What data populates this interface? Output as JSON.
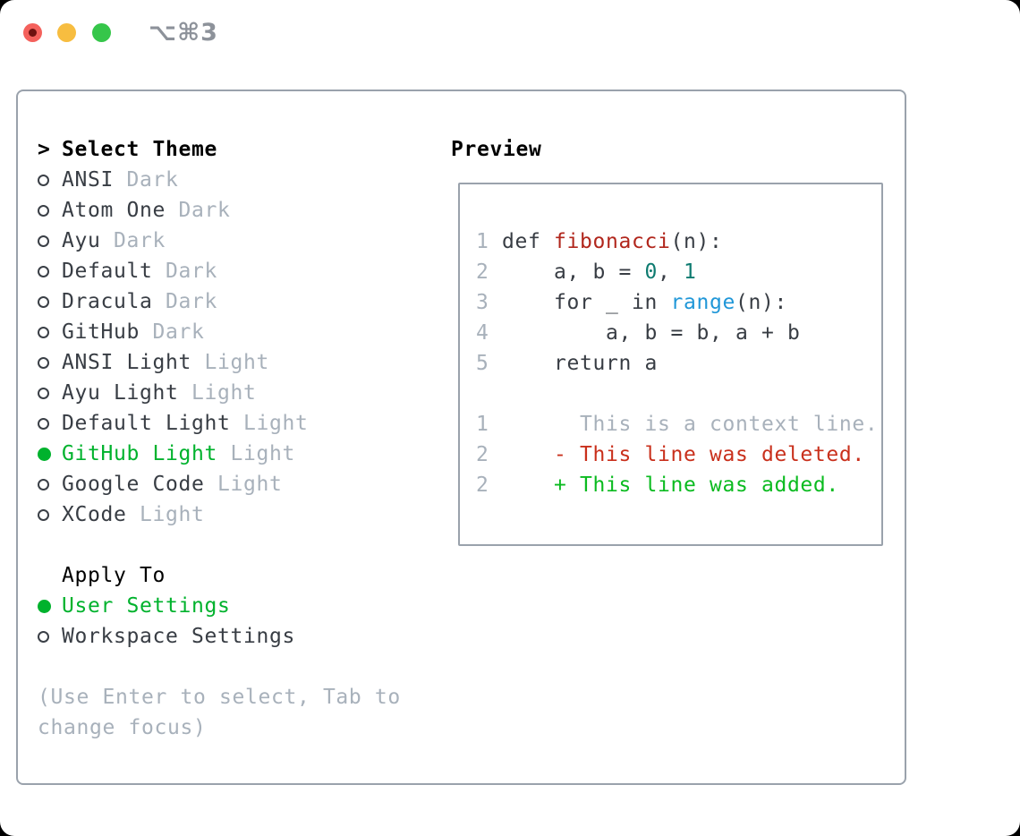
{
  "window": {
    "title": "⌥⌘3"
  },
  "theme_picker": {
    "prompt_marker": ">",
    "title": "Select Theme",
    "items": [
      {
        "name": "ANSI",
        "variant": "Dark",
        "selected": false
      },
      {
        "name": "Atom One",
        "variant": "Dark",
        "selected": false
      },
      {
        "name": "Ayu",
        "variant": "Dark",
        "selected": false
      },
      {
        "name": "Default",
        "variant": "Dark",
        "selected": false
      },
      {
        "name": "Dracula",
        "variant": "Dark",
        "selected": false
      },
      {
        "name": "GitHub",
        "variant": "Dark",
        "selected": false
      },
      {
        "name": "ANSI Light",
        "variant": "Light",
        "selected": false
      },
      {
        "name": "Ayu Light",
        "variant": "Light",
        "selected": false
      },
      {
        "name": "Default Light",
        "variant": "Light",
        "selected": false
      },
      {
        "name": "GitHub Light",
        "variant": "Light",
        "selected": true
      },
      {
        "name": "Google Code",
        "variant": "Light",
        "selected": false
      },
      {
        "name": "XCode",
        "variant": "Light",
        "selected": false
      }
    ]
  },
  "apply_to": {
    "title": "Apply To",
    "options": [
      {
        "name": "User Settings",
        "selected": true
      },
      {
        "name": "Workspace Settings",
        "selected": false
      }
    ]
  },
  "hint": "(Use Enter to select, Tab to change focus)",
  "preview": {
    "title": "Preview",
    "lines": [
      {
        "num": "1",
        "segments": [
          {
            "text": "def ",
            "color": "code"
          },
          {
            "text": "fibonacci",
            "color": "fn"
          },
          {
            "text": "(n):",
            "color": "code"
          }
        ]
      },
      {
        "num": "2",
        "segments": [
          {
            "text": "    a, b = ",
            "color": "code"
          },
          {
            "text": "0",
            "color": "num"
          },
          {
            "text": ", ",
            "color": "code"
          },
          {
            "text": "1",
            "color": "num"
          }
        ]
      },
      {
        "num": "3",
        "segments": [
          {
            "text": "    for _ in ",
            "color": "code"
          },
          {
            "text": "range",
            "color": "builtin"
          },
          {
            "text": "(n):",
            "color": "code"
          }
        ]
      },
      {
        "num": "4",
        "segments": [
          {
            "text": "        a, b = b, a + b",
            "color": "code"
          }
        ]
      },
      {
        "num": "5",
        "segments": [
          {
            "text": "    return a",
            "color": "code"
          }
        ]
      },
      {
        "num": "",
        "segments": []
      },
      {
        "num": "1",
        "segments": [
          {
            "text": "      This is a context line.",
            "color": "ctx"
          }
        ]
      },
      {
        "num": "2",
        "segments": [
          {
            "text": "    - This line was deleted.",
            "color": "del"
          }
        ]
      },
      {
        "num": "2",
        "segments": [
          {
            "text": "    + This line was added.",
            "color": "add"
          }
        ]
      }
    ]
  },
  "colors": {
    "accent_green": "#00b22d",
    "code_text": "#383d44",
    "secondary_gray": "#a8b1bb",
    "function_red": "#b1261c",
    "number_teal": "#0e7b70",
    "builtin_blue": "#2097d8",
    "diff_deleted_red": "#c9301c",
    "diff_added_green": "#0bbb20",
    "traffic_red": "#f4615c",
    "traffic_yellow": "#f7bd40",
    "traffic_green": "#36c64a"
  }
}
